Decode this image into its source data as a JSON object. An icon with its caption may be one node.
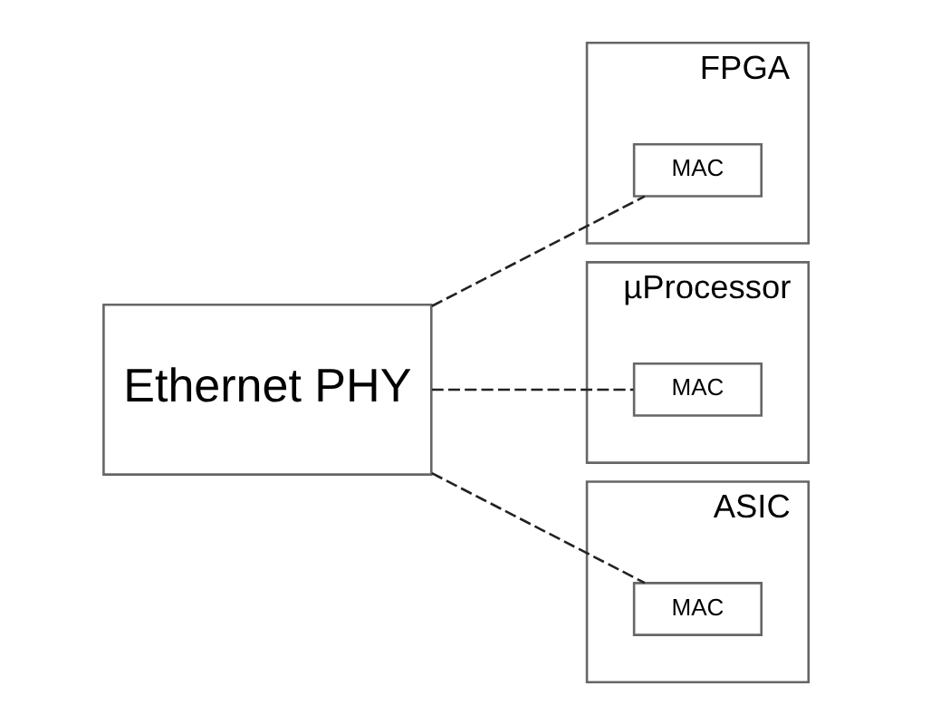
{
  "diagram": {
    "nodes": [
      {
        "text": [
          "Ethernet PHY"
        ]
      },
      {
        "text": [
          "FPGA"
        ]
      },
      {
        "text": [
          "MAC"
        ],
        "in": 1
      },
      {
        "text": [
          "µProcessor"
        ]
      },
      {
        "text": [
          "MAC"
        ],
        "in": 3
      },
      {
        "text": [
          "ASIC"
        ]
      },
      {
        "text": [
          "MAC"
        ],
        "in": 5
      }
    ],
    "edges": [
      {
        "from": 0,
        "to": 2,
        "arrow": "none",
        "style": "dashed"
      },
      {
        "from": 0,
        "to": 4,
        "arrow": "none",
        "style": "dashed"
      },
      {
        "from": 0,
        "to": 6,
        "arrow": "none",
        "style": "dashed"
      }
    ]
  }
}
